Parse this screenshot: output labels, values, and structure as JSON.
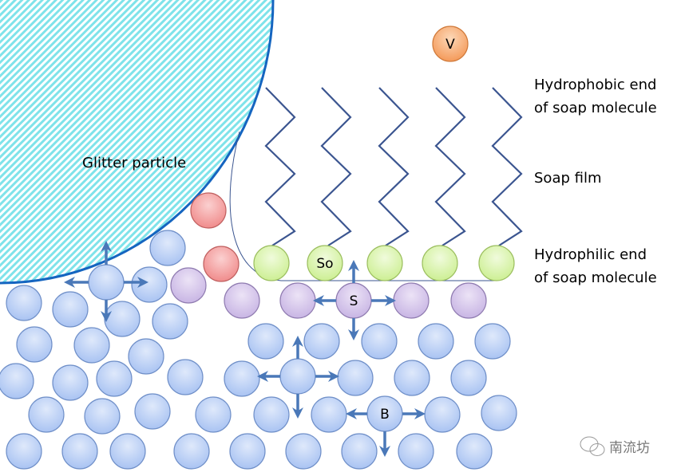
{
  "labels": {
    "glitter": "Glitter particle",
    "hydrophobic_1": "Hydrophobic end",
    "hydrophobic_2": "of soap molecule",
    "soap_film": "Soap film",
    "hydrophilic_1": "Hydrophilic end",
    "hydrophilic_2": "of soap molecule"
  },
  "particles": {
    "vapor": "V",
    "soap": "So",
    "surface": "S",
    "bulk": "B"
  },
  "watermark": "南流坊",
  "colors": {
    "blue": "#b7cdf5",
    "purple": "#d5c6ea",
    "red": "#f4a0a0",
    "green": "#d9f3a8",
    "orange": "#f7b37a",
    "glitter_stripe": "#7fe3ea",
    "glitter_edge": "#1565c0",
    "arrow": "#4a78b8",
    "zigzag": "#3b5590"
  }
}
